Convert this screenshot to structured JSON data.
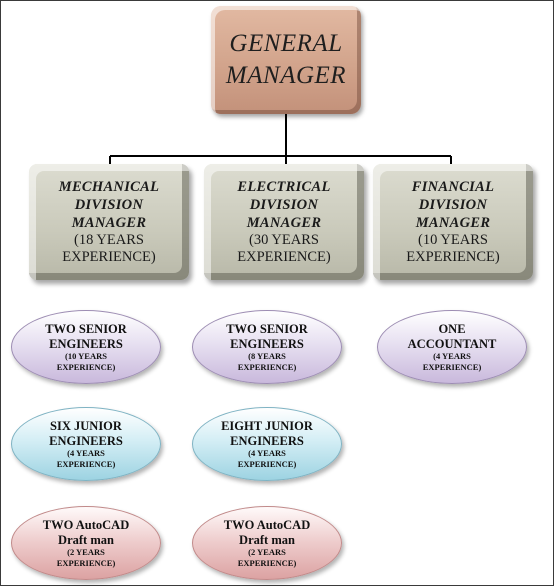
{
  "general_manager": {
    "line1": "GENERAL",
    "line2": "MANAGER"
  },
  "divisions": [
    {
      "title1": "MECHANICAL",
      "title2": "DIVISION",
      "title3": "MANAGER",
      "exp1": "(18 YEARS",
      "exp2": "EXPERIENCE)"
    },
    {
      "title1": "ELECTRICAL",
      "title2": "DIVISION",
      "title3": "MANAGER",
      "exp1": "(30 YEARS",
      "exp2": "EXPERIENCE)"
    },
    {
      "title1": "FINANCIAL",
      "title2": "DIVISION",
      "title3": "MANAGER",
      "exp1": "(10 YEARS",
      "exp2": "EXPERIENCE)"
    }
  ],
  "staff": {
    "mechanical": [
      {
        "line1": "TWO SENIOR",
        "line2": "ENGINEERS",
        "exp1": "(10 YEARS",
        "exp2": "EXPERIENCE)",
        "color": "#c9b9dc"
      },
      {
        "line1": "SIX JUNIOR",
        "line2": "ENGINEERS",
        "exp1": "(4 YEARS",
        "exp2": "EXPERIENCE)",
        "color": "#9dd3e2"
      },
      {
        "line1": "TWO AutoCAD",
        "line2": "Draft man",
        "exp1": "(2 YEARS",
        "exp2": "EXPERIENCE)",
        "color": "#dca2a2"
      }
    ],
    "electrical": [
      {
        "line1": "TWO SENIOR",
        "line2": "ENGINEERS",
        "exp1": "(8 YEARS",
        "exp2": "EXPERIENCE)",
        "color": "#c9b9dc"
      },
      {
        "line1": "EIGHT JUNIOR",
        "line2": "ENGINEERS",
        "exp1": "(4 YEARS",
        "exp2": "EXPERIENCE)",
        "color": "#9dd3e2"
      },
      {
        "line1": "TWO AutoCAD",
        "line2": "Draft man",
        "exp1": "(2 YEARS",
        "exp2": "EXPERIENCE)",
        "color": "#dca2a2"
      }
    ],
    "financial": [
      {
        "line1": "ONE",
        "line2": "ACCOUNTANT",
        "exp1": "(4 YEARS",
        "exp2": "EXPERIENCE)",
        "color": "#c9b9dc"
      }
    ]
  }
}
